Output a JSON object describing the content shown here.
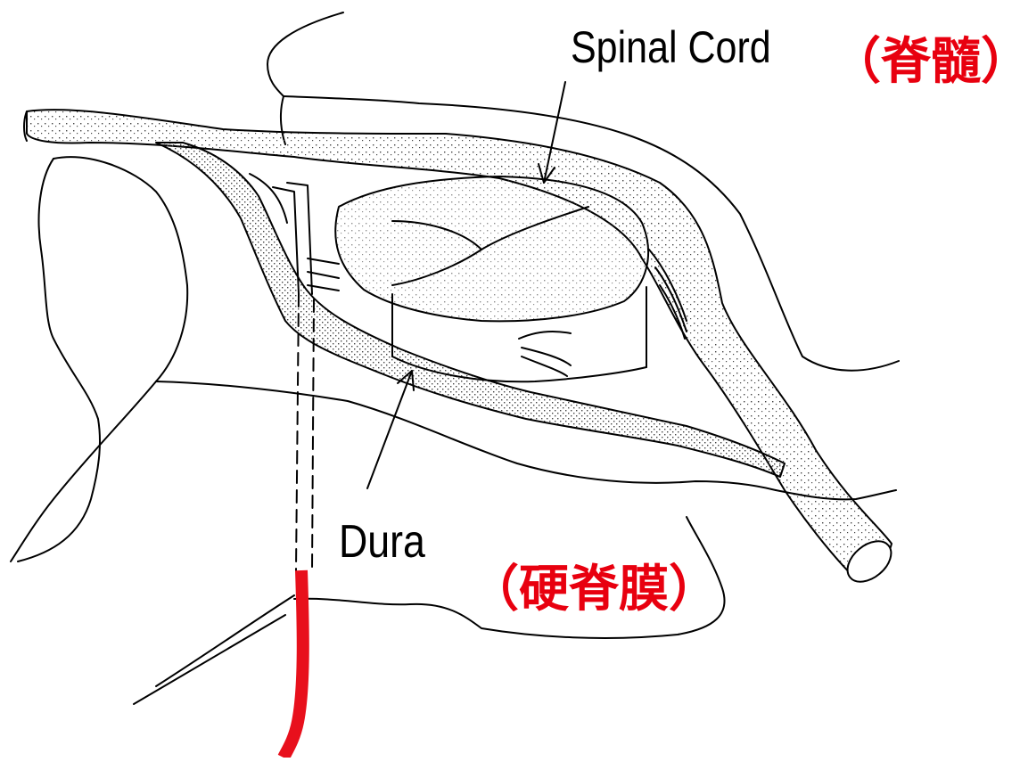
{
  "labels": {
    "spinal_cord": "Spinal Cord",
    "spinal_cord_cn": "（脊髓）",
    "dura": "Dura",
    "dura_cn": "（硬脊膜）"
  },
  "colors": {
    "line": "#000000",
    "stipple": "#555555",
    "chinese_label": "#e8000f",
    "needle": "#e8101c"
  },
  "icons": {
    "spinal_cord_arrow": "arrow",
    "dura_arrow": "arrow",
    "needle": "catheter-needle"
  }
}
